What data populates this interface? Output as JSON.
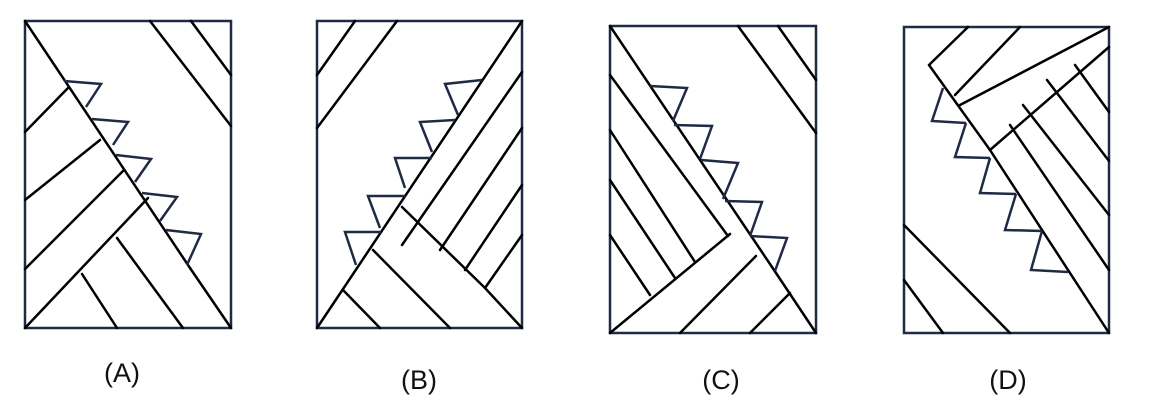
{
  "options": [
    {
      "label": "(A)"
    },
    {
      "label": "(B)"
    },
    {
      "label": "(C)"
    },
    {
      "label": "(D)"
    }
  ],
  "colors": {
    "frame": "#1f2a44",
    "stripe": "#000000",
    "teeth": "#1f2a44",
    "background": "#ffffff"
  }
}
